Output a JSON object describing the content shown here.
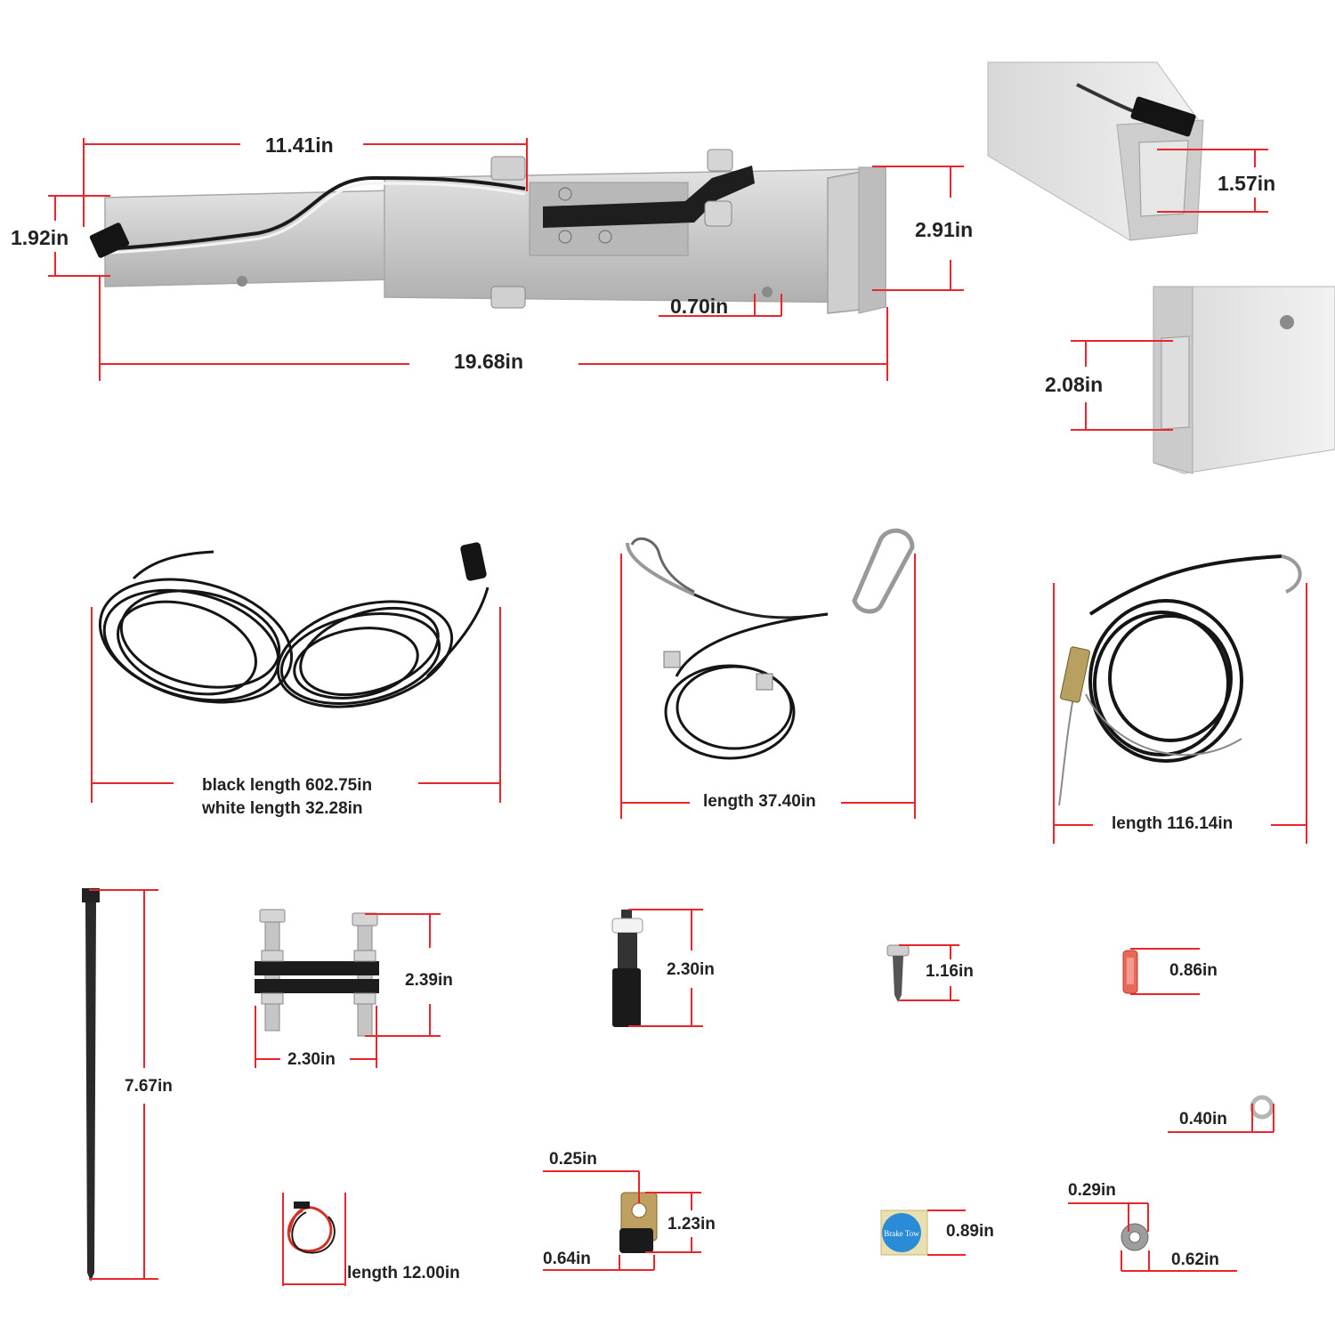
{
  "colors": {
    "dimension_line": "#e8262b",
    "steel": "#c8c8c8",
    "steel_dark": "#9a9a9a",
    "black_part": "#1a1a1a",
    "label": "#222222"
  },
  "hitch": {
    "length_total": "19.68in",
    "length_upper": "11.41in",
    "height_small": "1.92in",
    "height_large": "2.91in",
    "offset": "0.70in"
  },
  "tube_details": {
    "inner_small": "1.57in",
    "inner_large": "2.08in"
  },
  "wire_bundle": {
    "black_length": "black length 602.75in",
    "white_length": "white length 32.28in"
  },
  "breakaway_cable": {
    "length": "length 37.40in"
  },
  "brake_cable": {
    "length": "length 116.14in"
  },
  "zip_tie": {
    "length": "7.67in"
  },
  "clamp_bracket": {
    "height": "2.39in",
    "width": "2.30in"
  },
  "pin": {
    "height": "2.30in"
  },
  "screw": {
    "length": "1.16in"
  },
  "terminal": {
    "length": "0.86in"
  },
  "lock_washer": {
    "diameter": "0.40in"
  },
  "pigtail": {
    "length": "length 12.00in"
  },
  "tab": {
    "hole": "0.25in",
    "height": "1.23in",
    "width": "0.64in"
  },
  "sticker": {
    "size": "0.89in",
    "text": "Brake Tow"
  },
  "flat_washer": {
    "inner": "0.29in",
    "outer": "0.62in"
  }
}
